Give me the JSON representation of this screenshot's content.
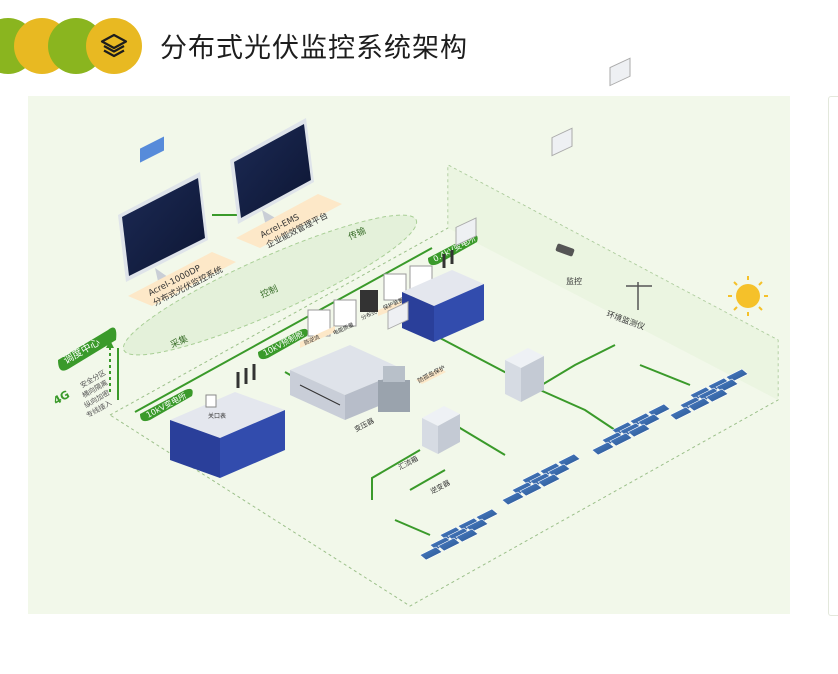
{
  "title": "分布式光伏监控系统架构",
  "diagram": {
    "platform_1": [
      "Acrel-1000DP",
      "分布式光伏监控系统"
    ],
    "platform_2": [
      "Acrel-EMS",
      "企业能效管理平台"
    ],
    "channel_labels": [
      "采集",
      "控制",
      "传输"
    ],
    "dispatch": {
      "title": "调度中心",
      "network": "4G",
      "items": [
        "安全分区",
        "横向隔离",
        "纵向加密",
        "专线接入"
      ]
    },
    "substations": [
      "10kV变电所",
      "10kV预制舱",
      "0.4kV变电所"
    ],
    "device_labels": {
      "box_transformer": "变压器",
      "combiner": "汇流箱",
      "inverter": "逆变器",
      "camera": "监控",
      "env_monitor": "环境监测仪",
      "protection": "防孤岛保护",
      "cabinet_meter": "关口表",
      "small_devices": [
        "防逆流",
        "电能质量",
        "分布式",
        "保护装置",
        "通信"
      ]
    }
  },
  "colors": {
    "accent_green": "#8ab51f",
    "accent_yellow": "#e8b922",
    "line_green": "#3a9a2a",
    "cabinet_blue": "#2a3f9a",
    "label_bg": "#fde8c8"
  }
}
